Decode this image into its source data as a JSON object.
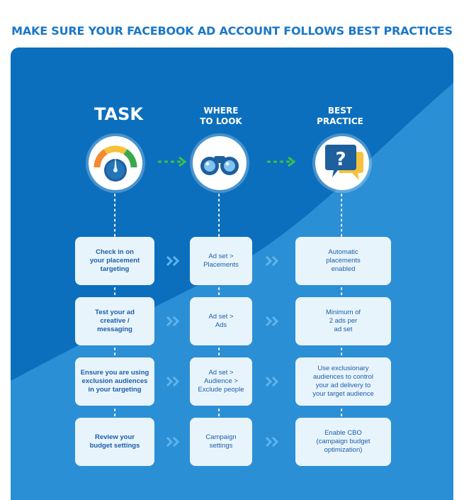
{
  "title": "MAKE SURE YOUR FACEBOOK AD ACCOUNT FOLLOWS BEST PRACTICES",
  "columns": {
    "task": "TASK",
    "where_line1": "WHERE",
    "where_line2": "TO LOOK",
    "best_line1": "BEST",
    "best_line2": "PRACTICE"
  },
  "rows": [
    {
      "task": [
        "Check in on",
        "your placement",
        "targeting"
      ],
      "where": [
        "Ad set >",
        "Placements"
      ],
      "best": [
        "Automatic",
        "placements",
        "enabled"
      ]
    },
    {
      "task": [
        "Test your ad",
        "creative /",
        "messaging"
      ],
      "where": [
        "Ad set >",
        "Ads"
      ],
      "best": [
        "Minimum of",
        "2 ads per",
        "ad set"
      ]
    },
    {
      "task": [
        "Ensure you are using",
        "exclusion audiences",
        "in your targeting"
      ],
      "where": [
        "Ad set >",
        "Audience >",
        "Exclude people"
      ],
      "best": [
        "Use exclusionary",
        "audiences to control",
        "your ad delivery to",
        "your target audience"
      ]
    },
    {
      "task": [
        "Review your",
        "budget settings"
      ],
      "where": [
        "Campaign",
        "settings"
      ],
      "best": [
        "Enable CBO",
        "(campaign budget",
        "optimization)"
      ]
    }
  ],
  "icons": {
    "task": "speedometer-icon",
    "where": "binoculars-icon",
    "best": "question-bubble-icon"
  },
  "colors": {
    "title": "#1b78c8",
    "panel_dark": "#0b6fbd",
    "panel_light": "#2b8fd6",
    "box_bg": "#e8f4fc",
    "box_text": "#1d5ea8",
    "arrow_green": "#3dbf4a",
    "chevron": "#5fb4ec"
  }
}
